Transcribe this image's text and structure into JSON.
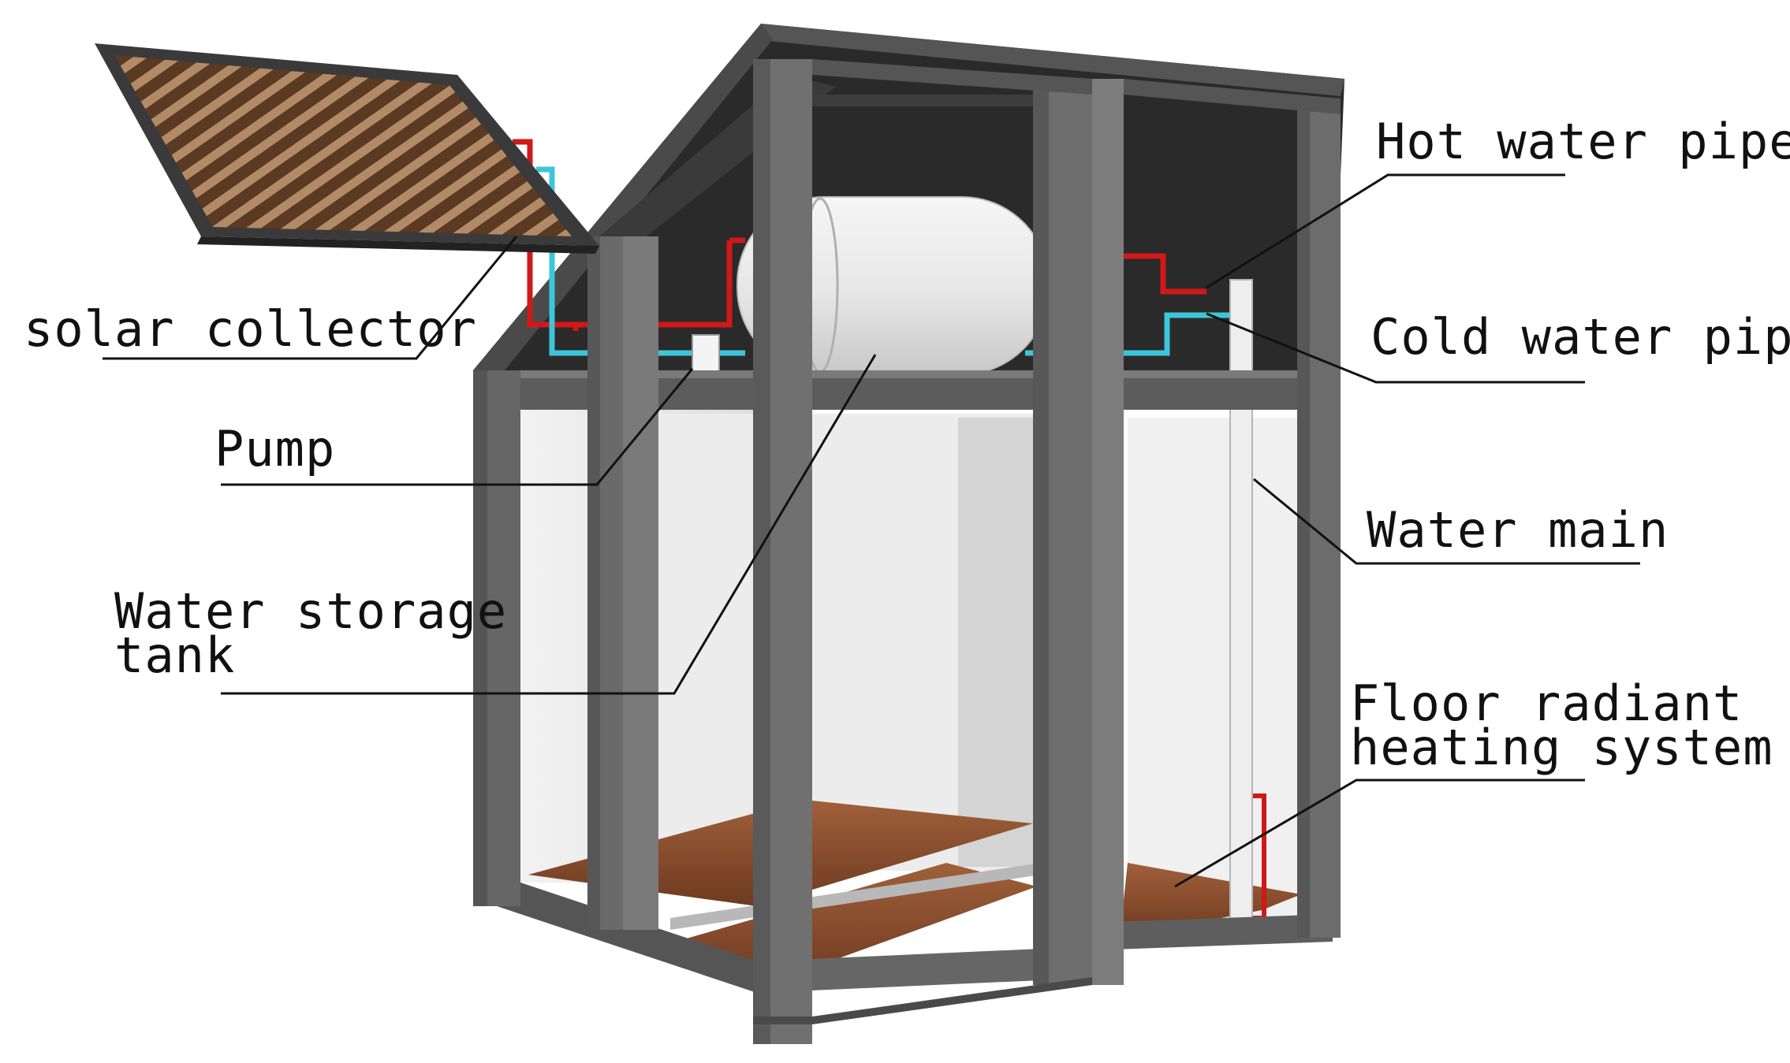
{
  "labels": {
    "solar_collector": "solar collector",
    "pump": "Pump",
    "tank_line1": "Water storage",
    "tank_line2": "tank",
    "hot_pipe": "Hot water pipe",
    "cold_pipe": "Cold water pipe",
    "water_main": "Water main",
    "floor_line1": "Floor radiant",
    "floor_line2": "heating system"
  },
  "colors": {
    "frame": "#6e6e6e",
    "frame_dark": "#444444",
    "roof": "#2c2c2c",
    "wall": "#ededed",
    "floor": "#8a4a2a",
    "hot_pipe": "#d01818",
    "cold_pipe": "#3cc6d8",
    "tank": "#e8e8e8",
    "leader": "#111111"
  }
}
